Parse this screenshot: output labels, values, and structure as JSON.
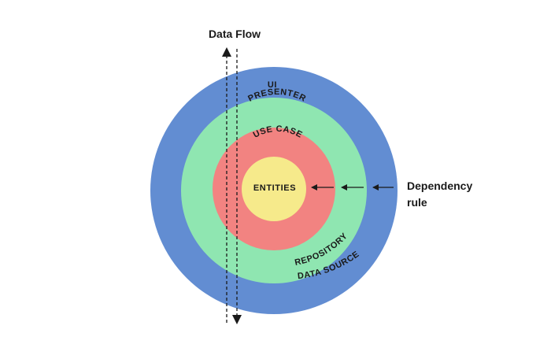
{
  "title": "Data Flow",
  "dependency_label_line1": "Dependency",
  "dependency_label_line2": "rule",
  "layers": {
    "outer": "UI",
    "outer_bottom": "DATA SOURCE",
    "middle": "PRESENTER",
    "middle_bottom": "REPOSITORY",
    "inner": "USE CASE",
    "core": "ENTITIES"
  },
  "colors": {
    "outer": "#628dd2",
    "middle": "#8fe6b1",
    "inner": "#f28381",
    "core": "#f6ea8b",
    "text": "#1a1a1a"
  }
}
